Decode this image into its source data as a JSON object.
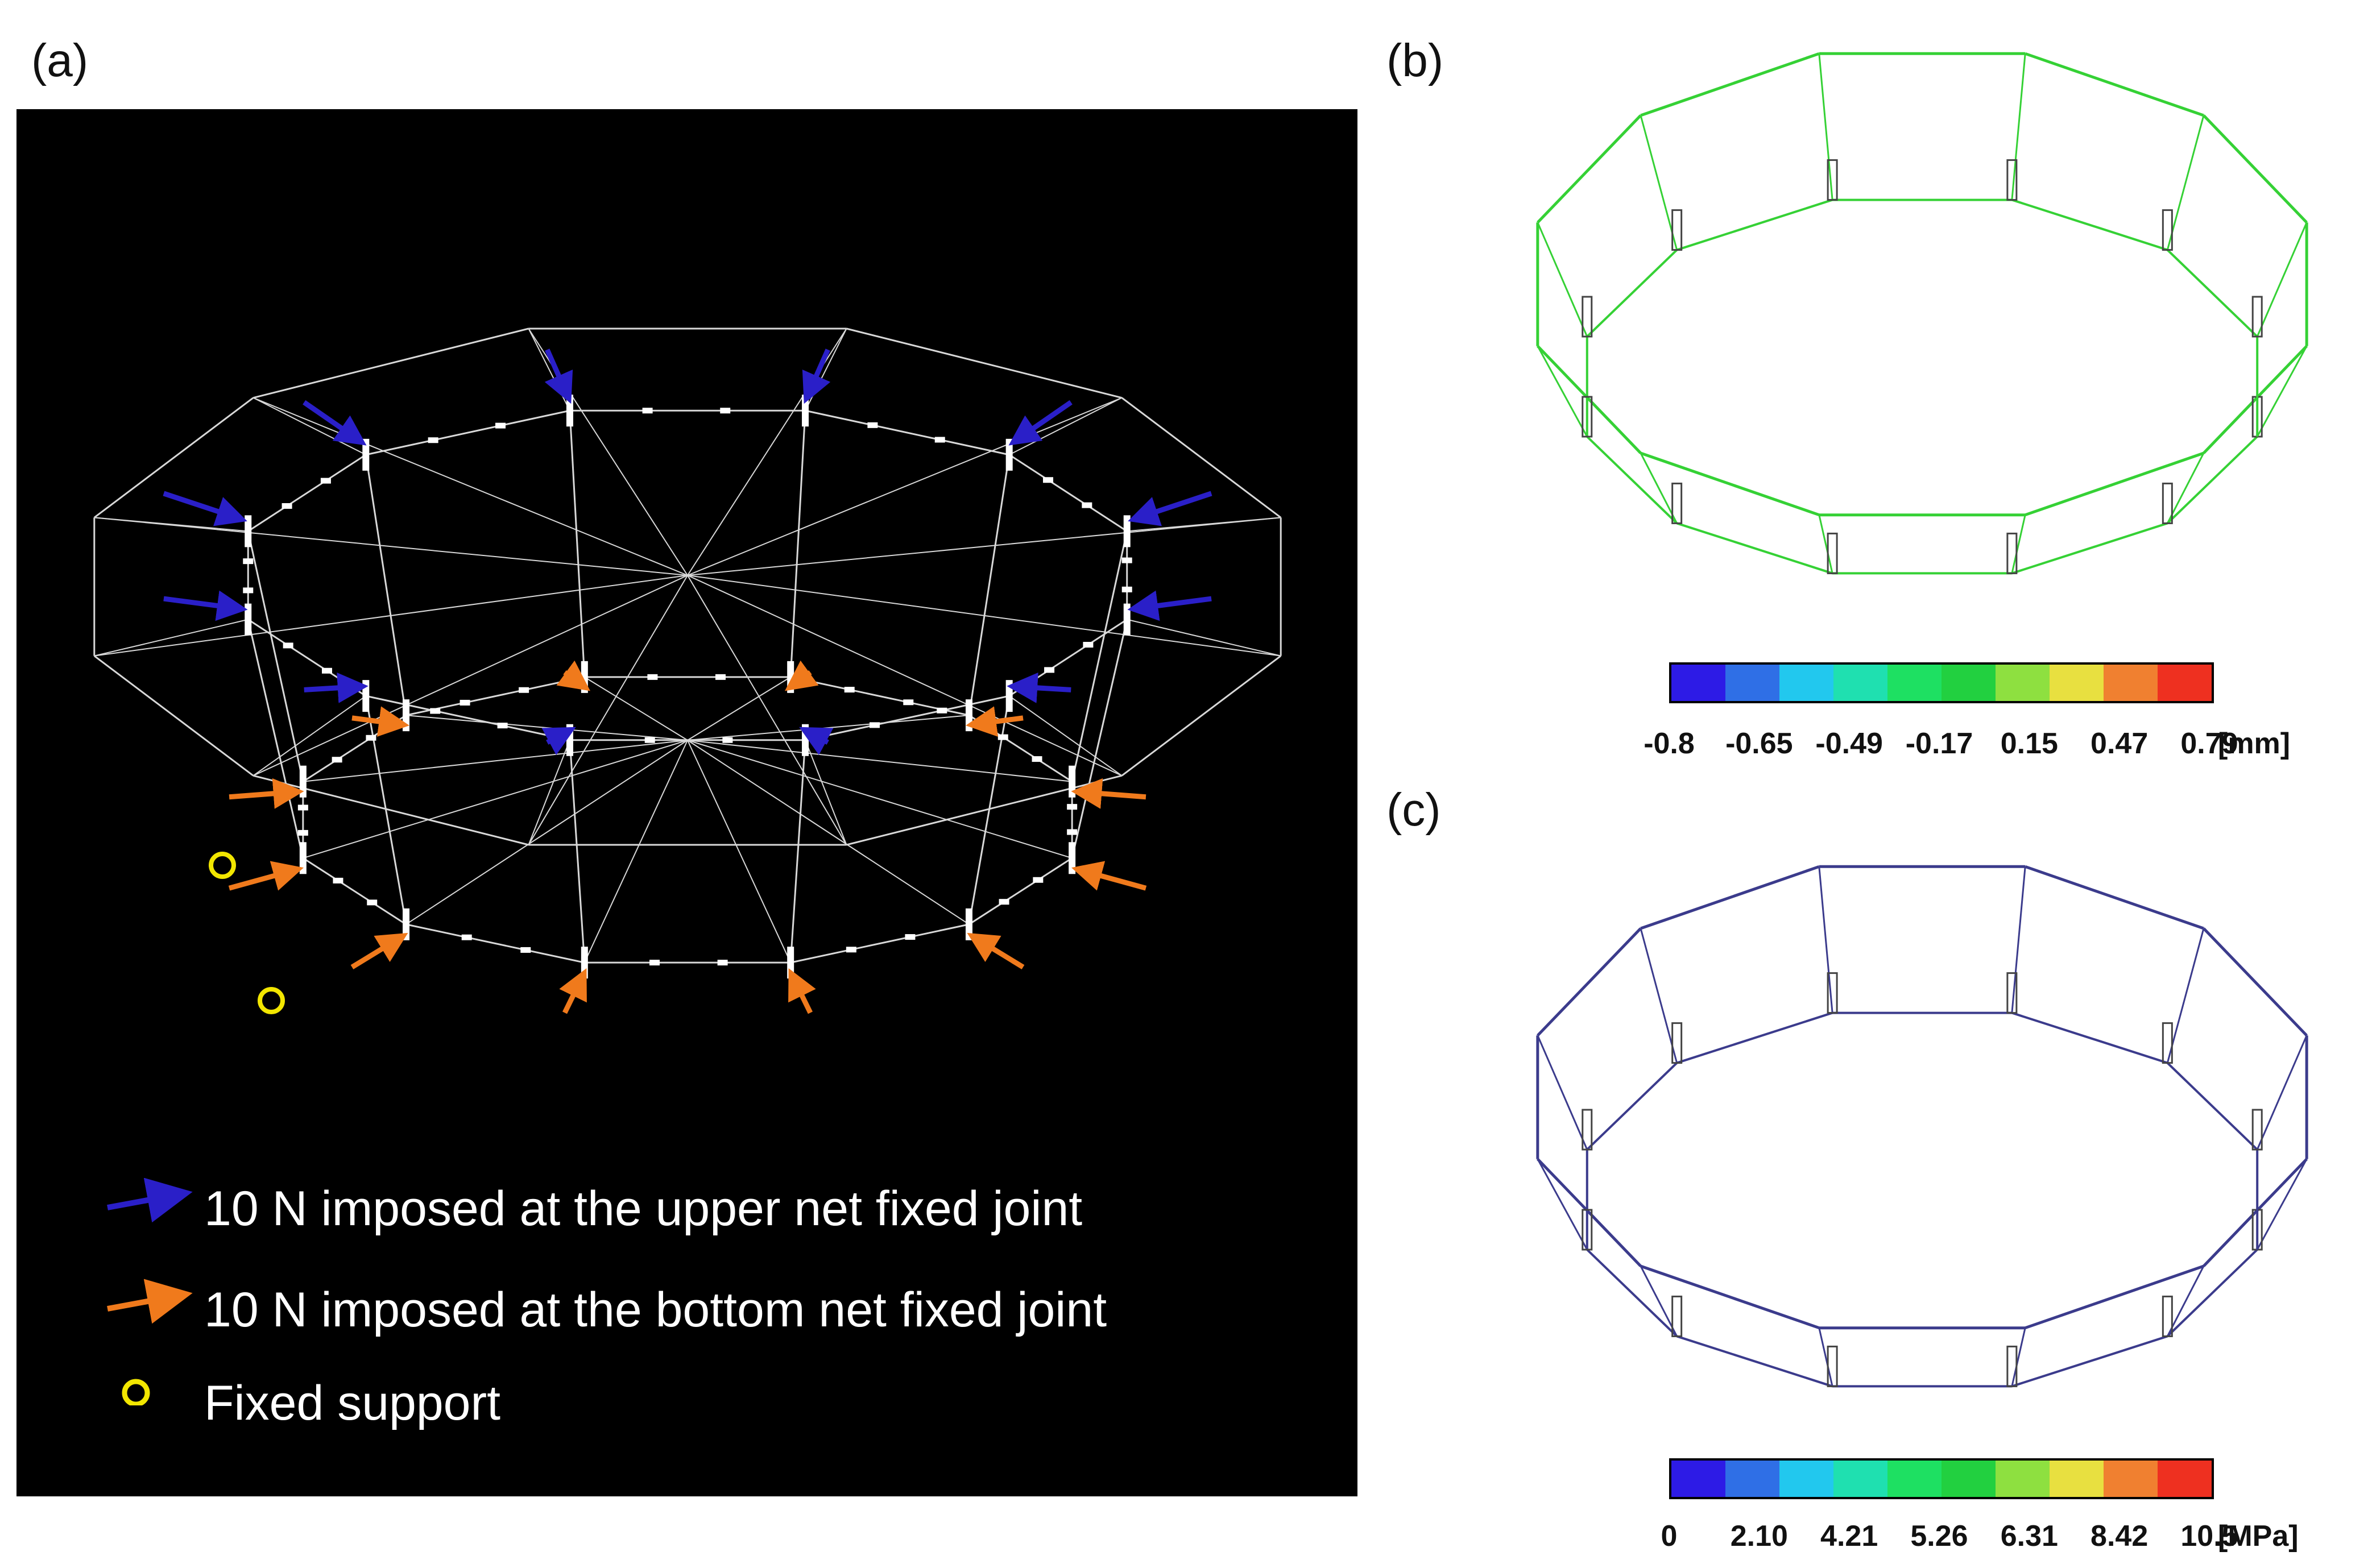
{
  "panels": {
    "a": {
      "label": "(a)"
    },
    "b": {
      "label": "(b)"
    },
    "c": {
      "label": "(c)"
    }
  },
  "legend": {
    "upper": "10 N imposed at the upper net fixed joint",
    "bottom": "10 N imposed at the bottom net fixed joint",
    "fixed": "Fixed support"
  },
  "colors": {
    "upper_arrow": "#2a1fc8",
    "bottom_arrow": "#f07a1c",
    "fixed_support": "#f2e600",
    "mesh": "#d8d8d8",
    "ring_b": "#35d135",
    "ring_c": "#3b3b8c"
  },
  "colorbar_colors": [
    "#2d1be6",
    "#2f6fe6",
    "#22c8ee",
    "#1fe0b0",
    "#1ee062",
    "#22d040",
    "#8ee040",
    "#e8e040",
    "#f08030",
    "#ee3020"
  ],
  "displacement_scale": {
    "ticks": [
      "-0.8",
      "-0.65",
      "-0.49",
      "-0.17",
      "0.15",
      "0.47",
      "0.79"
    ],
    "unit": "[mm]"
  },
  "stress_scale": {
    "ticks": [
      "0",
      "2.10",
      "4.21",
      "5.26",
      "6.31",
      "8.42",
      "10.5"
    ],
    "unit": "[MPa]"
  }
}
